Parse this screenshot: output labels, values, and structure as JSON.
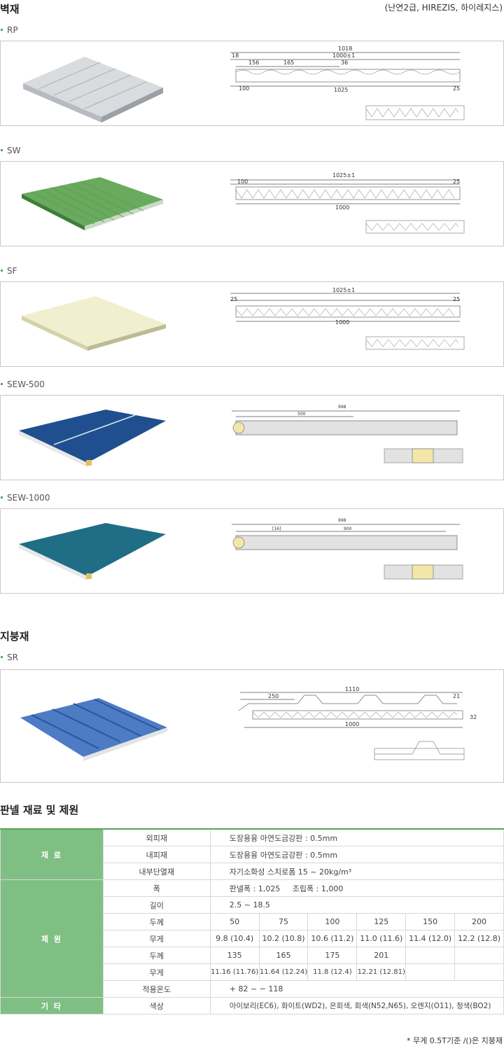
{
  "wall": {
    "title": "벽재",
    "note": "(난연2급, HIREZIS, 하이레지스)",
    "products": [
      {
        "name": "RP",
        "color": "#d9dcdf",
        "dims": {
          "total": "1018",
          "left_edge": "18",
          "rib1": "156",
          "rib2": "165",
          "span": "1000±1",
          "rib_w": "36",
          "bottom_left": "100",
          "bottom_span": "1025",
          "bottom_right": "25"
        }
      },
      {
        "name": "SW",
        "color": "#6aaa5e",
        "dims": {
          "top": "1025±1",
          "left": "100",
          "right": "25",
          "bottom": "1000"
        }
      },
      {
        "name": "SF",
        "color": "#f0efcf",
        "dims": {
          "top": "1025±1",
          "left": "25",
          "right": "25",
          "bottom": "1000"
        }
      },
      {
        "name": "SEW-500",
        "color": "#1f4f8f",
        "dims": {
          "top": "998",
          "left": "500"
        }
      },
      {
        "name": "SEW-1000",
        "color": "#1f6e85",
        "dims": {
          "top": "998",
          "left": "[16]",
          "mid": "900"
        }
      }
    ]
  },
  "roof": {
    "title": "지붕재",
    "products": [
      {
        "name": "SR",
        "color": "#4d7bc4",
        "dims": {
          "top": "1110",
          "left": "250",
          "rib": "21",
          "height": "32",
          "bottom": "1000"
        }
      }
    ]
  },
  "spec": {
    "title": "판넬 재료 및 제원",
    "groups": {
      "material": "재 료",
      "dims": "제 원",
      "etc": "기 타"
    },
    "rows": {
      "outer_label": "외피재",
      "outer_value": "도장용융 아연도금강판 : 0.5mm",
      "inner_label": "내피재",
      "inner_value": "도장용융 아연도금강판 : 0.5mm",
      "core_label": "내부단열재",
      "core_value": "자기소화성 스치로폼 15 ~ 20kg/m³",
      "width_label": "폭",
      "width_value": "판넬폭 : 1,025     조립폭 : 1,000",
      "length_label": "길이",
      "length_value": "2.5 ~ 18.5",
      "thick_label": "두께",
      "thick_values": [
        "50",
        "75",
        "100",
        "125",
        "150",
        "200"
      ],
      "weight_label": "무게",
      "weight_values": [
        "9.8 (10.4)",
        "10.2 (10.8)",
        "10.6 (11.2)",
        "11.0 (11.6)",
        "11.4 (12.0)",
        "12.2 (12.8)"
      ],
      "thick2_label": "두께",
      "thick2_values": [
        "135",
        "165",
        "175",
        "201",
        "",
        ""
      ],
      "weight2_label": "무게",
      "weight2_values": [
        "11.16 (11.76)",
        "11.64 (12.24)",
        "11.8 (12.4)",
        "12.21 (12.81)",
        "",
        ""
      ],
      "temp_label": "적용온도",
      "temp_value": "+ 82 ~ − 118",
      "color_label": "색상",
      "color_value": "아이보리(EC6), 화이트(WD2), 은회색, 회색(N52,N65), 오렌지(O11), 청색(BO2)"
    },
    "footnote": "* 무게 0.5T기준 /()은 지붕재"
  }
}
